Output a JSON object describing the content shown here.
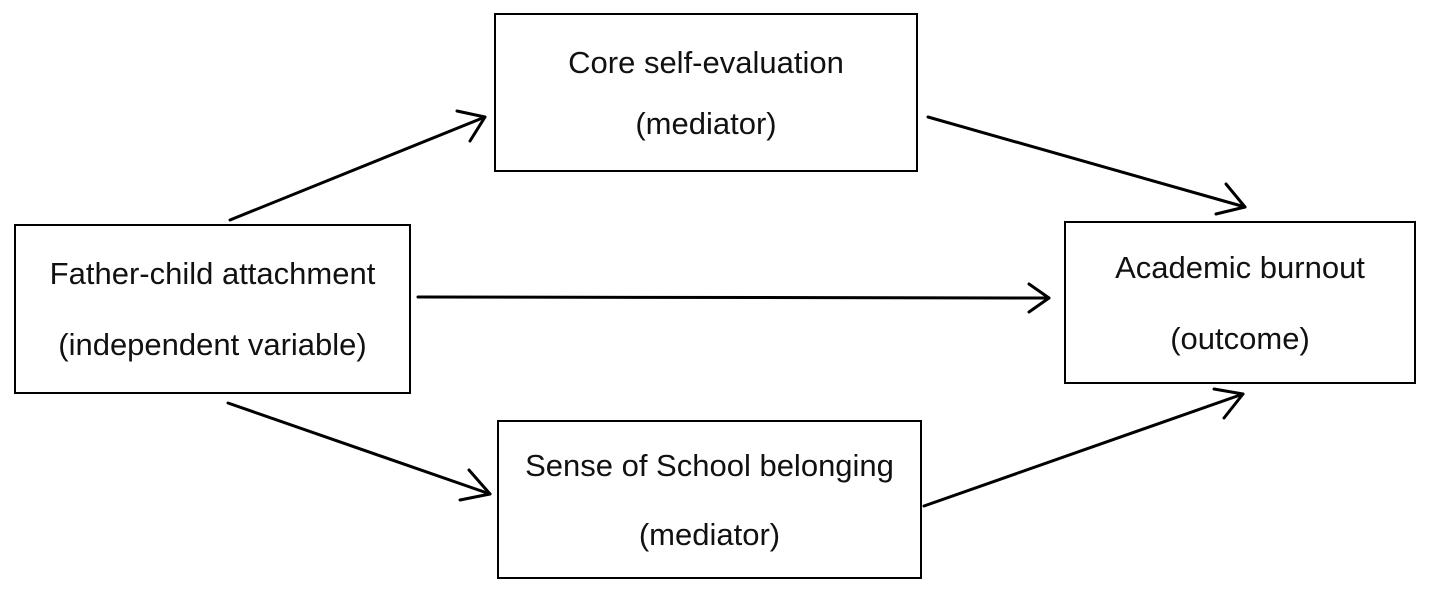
{
  "nodes": {
    "core": {
      "label": "Core self-evaluation",
      "role": "(mediator)"
    },
    "father": {
      "label": "Father-child attachment",
      "role": "(independent variable)"
    },
    "academic": {
      "label": "Academic burnout",
      "role": "(outcome)"
    },
    "school": {
      "label": "Sense of School belonging",
      "role": "(mediator)"
    }
  },
  "colors": {
    "stroke": "#000000",
    "background": "#ffffff"
  }
}
